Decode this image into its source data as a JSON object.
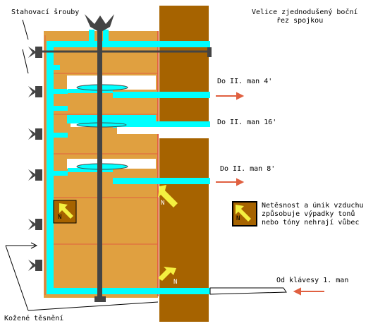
{
  "title": {
    "line1": "Velice zjednodušený boční",
    "line2": "řez spojkou"
  },
  "labels": {
    "screws": "Stahovací šrouby",
    "leather_seal": "Kožené těsnění",
    "out1": "Do II. man 4'",
    "out2": "Do II. man 16'",
    "out3": "Do II. man 8'",
    "input": "Od klávesy 1. man",
    "leak_line1": "Netěsnost a únik vzduchu",
    "leak_line2": "způsobuje výpadky tonů",
    "leak_line3": "nebo tóny nehrají vůbec",
    "leak_mark": "N"
  },
  "colors": {
    "wood_light": "#e0a040",
    "wood_dark": "#a66300",
    "channel": "#00ffff",
    "screw": "#444444",
    "arrow": "#e06040",
    "leak": "#f4f040"
  },
  "icons": [
    "screw-icon",
    "arrow-right-icon",
    "leak-arrow-icon"
  ]
}
